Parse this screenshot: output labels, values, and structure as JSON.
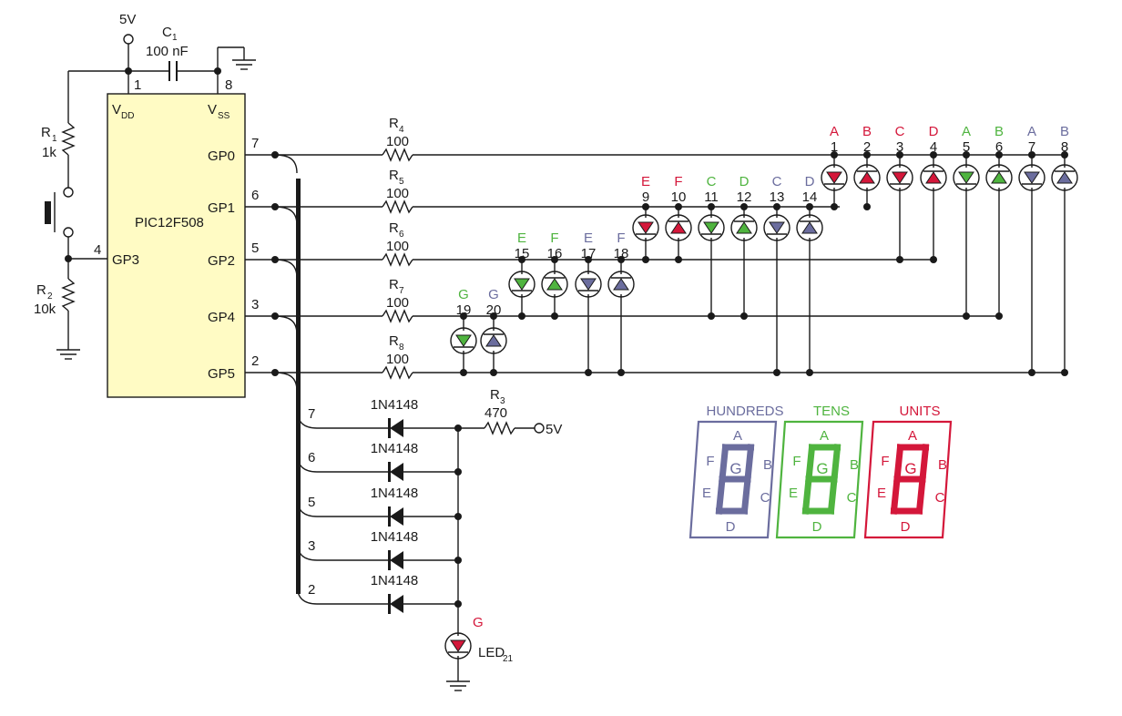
{
  "colors": {
    "red": "#d4173a",
    "green": "#4fb43f",
    "blue": "#6b6d9e",
    "chip": "#fffbc4",
    "wire": "#1a1a1a"
  },
  "supply": {
    "vcc_label": "5V",
    "vcc_label_2": "5V"
  },
  "chip": {
    "name": "PIC12F508",
    "vdd": "V",
    "vdd_sub": "DD",
    "vss": "V",
    "vss_sub": "SS",
    "pin_vdd": "1",
    "pin_vss": "8",
    "pin_gp3": "4",
    "gp3": "GP3",
    "outputs": [
      {
        "label": "GP0",
        "pin": "7"
      },
      {
        "label": "GP1",
        "pin": "6"
      },
      {
        "label": "GP2",
        "pin": "5"
      },
      {
        "label": "GP4",
        "pin": "3"
      },
      {
        "label": "GP5",
        "pin": "2"
      }
    ]
  },
  "passives": {
    "c1": {
      "name": "C",
      "sub": "1",
      "value": "100 nF"
    },
    "r1": {
      "name": "R",
      "sub": "1",
      "value": "1k"
    },
    "r2": {
      "name": "R",
      "sub": "2",
      "value": "10k"
    },
    "r3": {
      "name": "R",
      "sub": "3",
      "value": "470"
    },
    "row_resistors": [
      {
        "name": "R",
        "sub": "4",
        "value": "100"
      },
      {
        "name": "R",
        "sub": "5",
        "value": "100"
      },
      {
        "name": "R",
        "sub": "6",
        "value": "100"
      },
      {
        "name": "R",
        "sub": "7",
        "value": "100"
      },
      {
        "name": "R",
        "sub": "8",
        "value": "100"
      }
    ]
  },
  "leds": [
    {
      "seg": "A",
      "num": "1",
      "color": "red",
      "up": false
    },
    {
      "seg": "B",
      "num": "2",
      "color": "red",
      "up": true
    },
    {
      "seg": "C",
      "num": "3",
      "color": "red",
      "up": false
    },
    {
      "seg": "D",
      "num": "4",
      "color": "red",
      "up": true
    },
    {
      "seg": "A",
      "num": "5",
      "color": "green",
      "up": false
    },
    {
      "seg": "B",
      "num": "6",
      "color": "green",
      "up": true
    },
    {
      "seg": "A",
      "num": "7",
      "color": "blue",
      "up": false
    },
    {
      "seg": "B",
      "num": "8",
      "color": "blue",
      "up": true
    },
    {
      "seg": "E",
      "num": "9",
      "color": "red",
      "up": false
    },
    {
      "seg": "F",
      "num": "10",
      "color": "red",
      "up": true
    },
    {
      "seg": "C",
      "num": "11",
      "color": "green",
      "up": false
    },
    {
      "seg": "D",
      "num": "12",
      "color": "green",
      "up": true
    },
    {
      "seg": "C",
      "num": "13",
      "color": "blue",
      "up": false
    },
    {
      "seg": "D",
      "num": "14",
      "color": "blue",
      "up": true
    },
    {
      "seg": "E",
      "num": "15",
      "color": "green",
      "up": false
    },
    {
      "seg": "F",
      "num": "16",
      "color": "green",
      "up": true
    },
    {
      "seg": "E",
      "num": "17",
      "color": "blue",
      "up": false
    },
    {
      "seg": "F",
      "num": "18",
      "color": "blue",
      "up": true
    },
    {
      "seg": "G",
      "num": "19",
      "color": "green",
      "up": false
    },
    {
      "seg": "G",
      "num": "20",
      "color": "blue",
      "up": true
    }
  ],
  "diodes": [
    {
      "bus": "7",
      "part": "1N4148"
    },
    {
      "bus": "6",
      "part": "1N4148"
    },
    {
      "bus": "5",
      "part": "1N4148"
    },
    {
      "bus": "3",
      "part": "1N4148"
    },
    {
      "bus": "2",
      "part": "1N4148"
    }
  ],
  "led21": {
    "seg": "G",
    "name": "LED",
    "sub": "21"
  },
  "displays": [
    {
      "title": "HUNDREDS",
      "color": "blue",
      "segments": [
        "A",
        "B",
        "C",
        "D",
        "E",
        "F",
        "G"
      ]
    },
    {
      "title": "TENS",
      "color": "green",
      "segments": [
        "A",
        "B",
        "C",
        "D",
        "E",
        "F",
        "G"
      ]
    },
    {
      "title": "UNITS",
      "color": "red",
      "segments": [
        "A",
        "B",
        "C",
        "D",
        "E",
        "F",
        "G"
      ]
    }
  ]
}
